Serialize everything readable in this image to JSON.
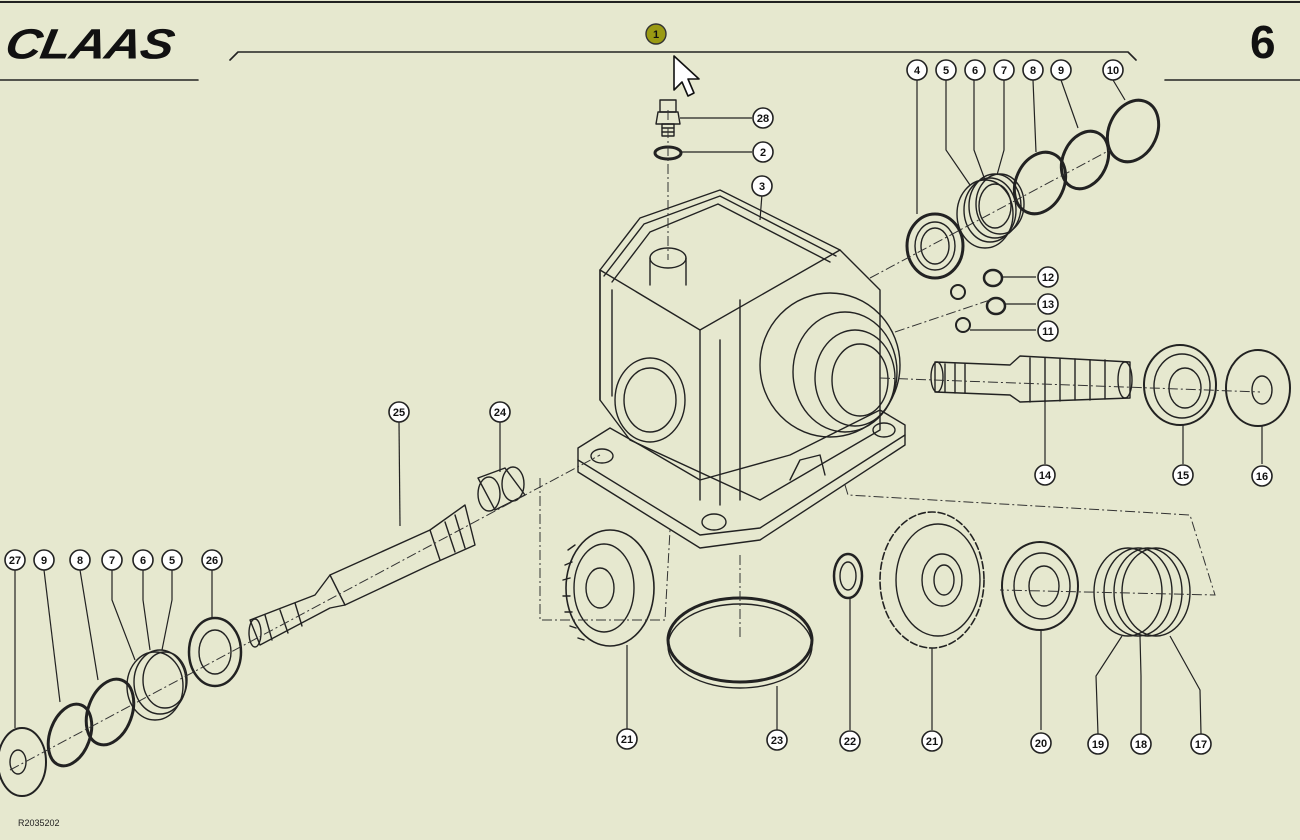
{
  "header": {
    "brand": "CLAAS",
    "page_number": "6"
  },
  "footer": {
    "drawing_ref": "R2035202"
  },
  "callouts": [
    "1",
    "28",
    "2",
    "3",
    "4",
    "5",
    "6",
    "7",
    "8",
    "9",
    "10",
    "12",
    "13",
    "11",
    "14",
    "15",
    "16",
    "25",
    "24",
    "27",
    "9",
    "8",
    "7",
    "6",
    "5",
    "26",
    "21",
    "23",
    "22",
    "21",
    "20",
    "19",
    "18",
    "17"
  ],
  "colors": {
    "paper": "#e6e8cf",
    "ink": "#222222",
    "highlight": "#9a9a12"
  }
}
